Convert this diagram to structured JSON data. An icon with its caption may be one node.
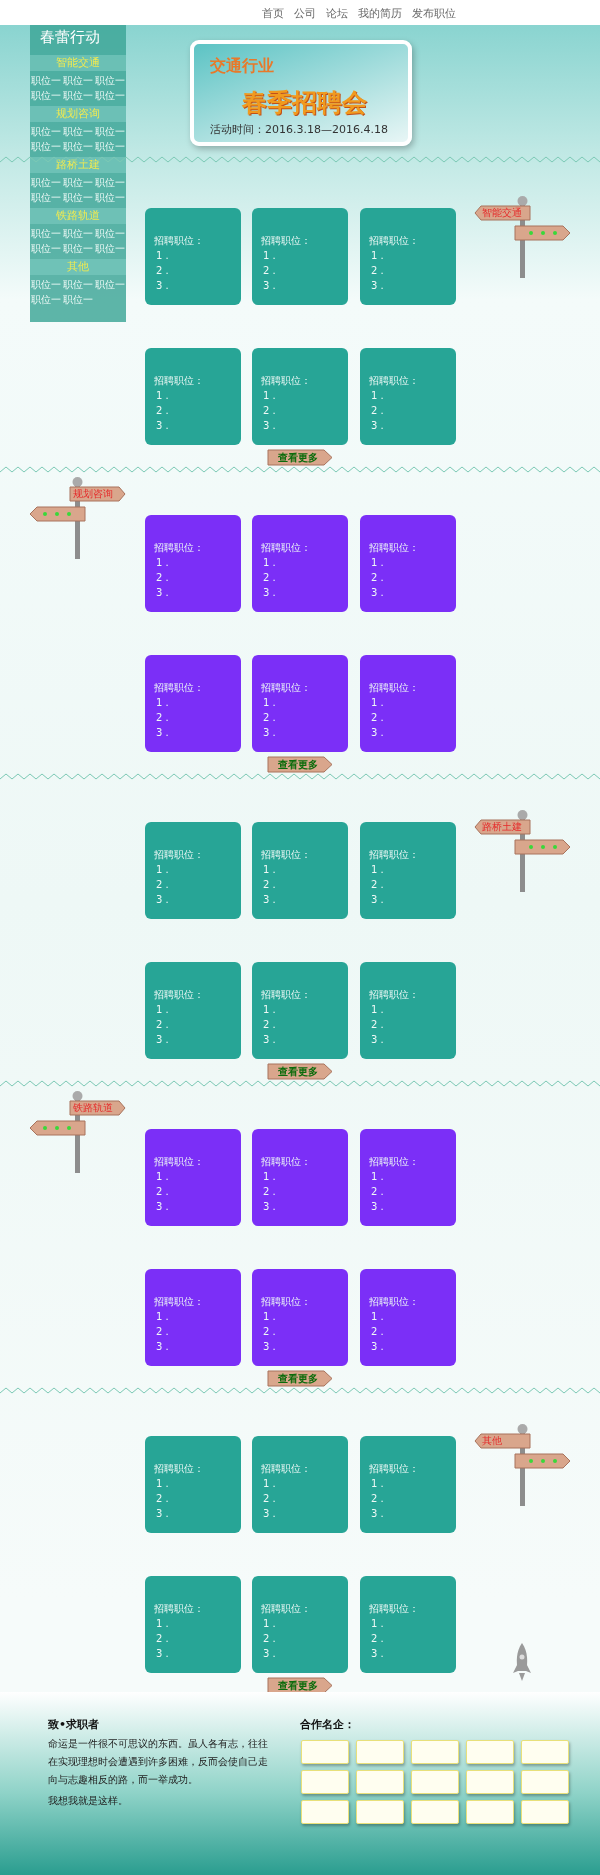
{
  "diagram": {
    "nodes": [
      {
        "text": [
          "春蕾行动"
        ]
      },
      {
        "text": [
          "智能交通"
        ],
        "in": 0,
        "beside": [
          "职位一",
          "职位一",
          "职位一",
          "职位一",
          "职位一",
          "职位一"
        ]
      },
      {
        "text": [
          "规划咨询"
        ],
        "in": 0,
        "beside": [
          "职位一",
          "职位一",
          "职位一",
          "职位一",
          "职位一",
          "职位一"
        ]
      },
      {
        "text": [
          "路桥土建"
        ],
        "in": 0,
        "beside": [
          "职位一",
          "职位一",
          "职位一",
          "职位一",
          "职位一",
          "职位一"
        ]
      },
      {
        "text": [
          "铁路轨道"
        ],
        "in": 0,
        "beside": [
          "职位一",
          "职位一",
          "职位一",
          "职位一",
          "职位一",
          "职位一"
        ]
      },
      {
        "text": [
          "其他"
        ],
        "in": 0,
        "beside": [
          "职位一",
          "职位一",
          "职位一",
          "职位一",
          "职位一"
        ]
      },
      {
        "text": [
          "交通行业",
          "春季招聘会",
          "活动时间：2016.3.18—2016.4.18"
        ]
      },
      {
        "text": [
          "智能交通"
        ]
      },
      {
        "text": [
          "招聘职位：",
          "1 .",
          "2 .",
          "3 ."
        ]
      },
      {
        "text": [
          "招聘职位：",
          "1 .",
          "2 .",
          "3 ."
        ]
      },
      {
        "text": [
          "招聘职位：",
          "1 .",
          "2 .",
          "3 ."
        ]
      },
      {
        "text": [
          "招聘职位：",
          "1 .",
          "2 .",
          "3 ."
        ]
      },
      {
        "text": [
          "招聘职位：",
          "1 .",
          "2 .",
          "3 ."
        ]
      },
      {
        "text": [
          "招聘职位：",
          "1 .",
          "2 .",
          "3 ."
        ]
      },
      {
        "text": [
          "查看更多"
        ]
      },
      {
        "text": [
          "规划咨询"
        ]
      },
      {
        "text": [
          "招聘职位：",
          "1 .",
          "2 .",
          "3 ."
        ]
      },
      {
        "text": [
          "招聘职位：",
          "1 .",
          "2 .",
          "3 ."
        ]
      },
      {
        "text": [
          "招聘职位：",
          "1 .",
          "2 .",
          "3 ."
        ]
      },
      {
        "text": [
          "招聘职位：",
          "1 .",
          "2 .",
          "3 ."
        ]
      },
      {
        "text": [
          "招聘职位：",
          "1 .",
          "2 .",
          "3 ."
        ]
      },
      {
        "text": [
          "招聘职位：",
          "1 .",
          "2 .",
          "3 ."
        ]
      },
      {
        "text": [
          "查看更多"
        ]
      },
      {
        "text": [
          "路桥土建"
        ]
      },
      {
        "text": [
          "招聘职位：",
          "1 .",
          "2 .",
          "3 ."
        ]
      },
      {
        "text": [
          "招聘职位：",
          "1 .",
          "2 .",
          "3 ."
        ]
      },
      {
        "text": [
          "招聘职位：",
          "1 .",
          "2 .",
          "3 ."
        ]
      },
      {
        "text": [
          "招聘职位：",
          "1 .",
          "2 .",
          "3 ."
        ]
      },
      {
        "text": [
          "招聘职位：",
          "1 .",
          "2 .",
          "3 ."
        ]
      },
      {
        "text": [
          "招聘职位：",
          "1 .",
          "2 .",
          "3 ."
        ]
      },
      {
        "text": [
          "查看更多"
        ]
      },
      {
        "text": [
          "铁路轨道"
        ]
      },
      {
        "text": [
          "招聘职位：",
          "1 .",
          "2 .",
          "3 ."
        ]
      },
      {
        "text": [
          "招聘职位：",
          "1 .",
          "2 .",
          "3 ."
        ]
      },
      {
        "text": [
          "招聘职位：",
          "1 .",
          "2 .",
          "3 ."
        ]
      },
      {
        "text": [
          "招聘职位：",
          "1 .",
          "2 .",
          "3 ."
        ]
      },
      {
        "text": [
          "招聘职位：",
          "1 .",
          "2 .",
          "3 ."
        ]
      },
      {
        "text": [
          "招聘职位：",
          "1 .",
          "2 .",
          "3 ."
        ]
      },
      {
        "text": [
          "查看更多"
        ]
      },
      {
        "text": [
          "其他"
        ]
      },
      {
        "text": [
          "招聘职位：",
          "1 .",
          "2 .",
          "3 ."
        ]
      },
      {
        "text": [
          "招聘职位：",
          "1 .",
          "2 .",
          "3 ."
        ]
      },
      {
        "text": [
          "招聘职位：",
          "1 .",
          "2 .",
          "3 ."
        ]
      },
      {
        "text": [
          "招聘职位：",
          "1 .",
          "2 .",
          "3 ."
        ]
      },
      {
        "text": [
          "招聘职位：",
          "1 .",
          "2 .",
          "3 ."
        ]
      },
      {
        "text": [
          "招聘职位：",
          "1 .",
          "2 .",
          "3 ."
        ]
      },
      {
        "text": [
          "查看更多"
        ]
      },
      {
        "text": [],
        "shape": "box"
      },
      {
        "text": [],
        "shape": "box"
      },
      {
        "text": [],
        "shape": "box"
      },
      {
        "text": [],
        "shape": "box"
      },
      {
        "text": [],
        "shape": "box"
      },
      {
        "text": [],
        "shape": "box"
      },
      {
        "text": [],
        "shape": "box"
      },
      {
        "text": [],
        "shape": "box"
      },
      {
        "text": [],
        "shape": "box"
      },
      {
        "text": [],
        "shape": "box"
      },
      {
        "text": [],
        "shape": "box"
      },
      {
        "text": [],
        "shape": "box"
      },
      {
        "text": [],
        "shape": "box"
      },
      {
        "text": [],
        "shape": "box"
      },
      {
        "text": [],
        "shape": "box"
      }
    ],
    "labels": [
      "首页",
      "公司",
      "论坛",
      "我的简历",
      "发布职位",
      "致•求职者",
      "命运是一件很不可思议的东西。虽人各有志，往往在实现理想时会遭遇到许多困难，反而会使自己走向与志趣相反的路，而一举成功。",
      "我想我就是这样。",
      "合作名企："
    ]
  }
}
